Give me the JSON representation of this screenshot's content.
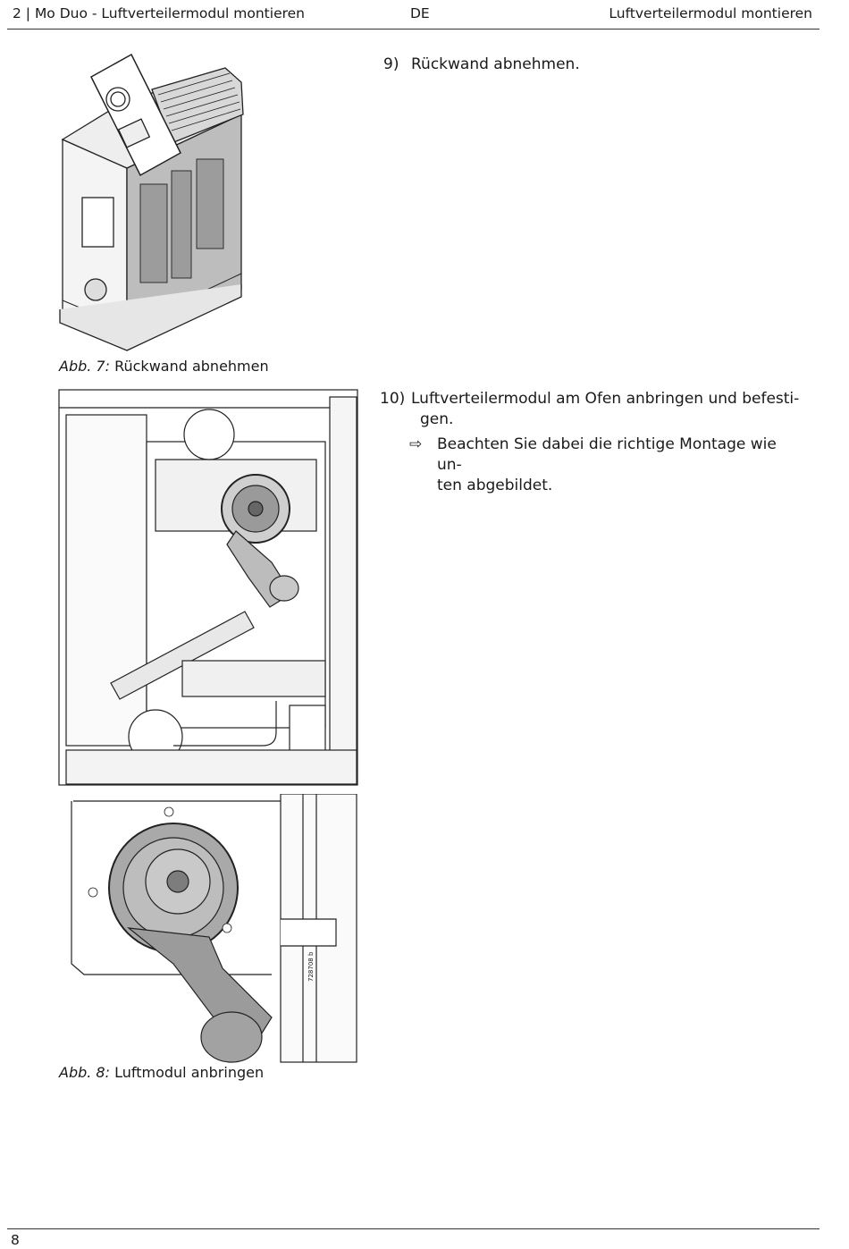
{
  "header": {
    "left": "2 | Mo Duo - Luftverteilermodul montieren",
    "center": "DE",
    "right": "Luftverteilermodul montieren"
  },
  "steps": [
    {
      "number": "9)",
      "text": "Rückwand abnehmen."
    },
    {
      "number": "10)",
      "text": "Luftverteilermodul am Ofen anbringen und befesti-gen.",
      "text_line1": "Luftverteilermodul am Ofen anbringen und befesti-",
      "text_line2": "gen.",
      "result_symbol": "⇨",
      "result_line1": "Beachten Sie dabei die richtige Montage wie un-",
      "result_line2": "ten abgebildet."
    }
  ],
  "figures": [
    {
      "label": "Abb. 7:",
      "caption": " Rückwand abnehmen"
    },
    {
      "label": "Abb. 8:",
      "caption": " Luftmodul anbringen",
      "drawing_code": "728708 b"
    }
  ],
  "footer": {
    "page_number": "8"
  }
}
